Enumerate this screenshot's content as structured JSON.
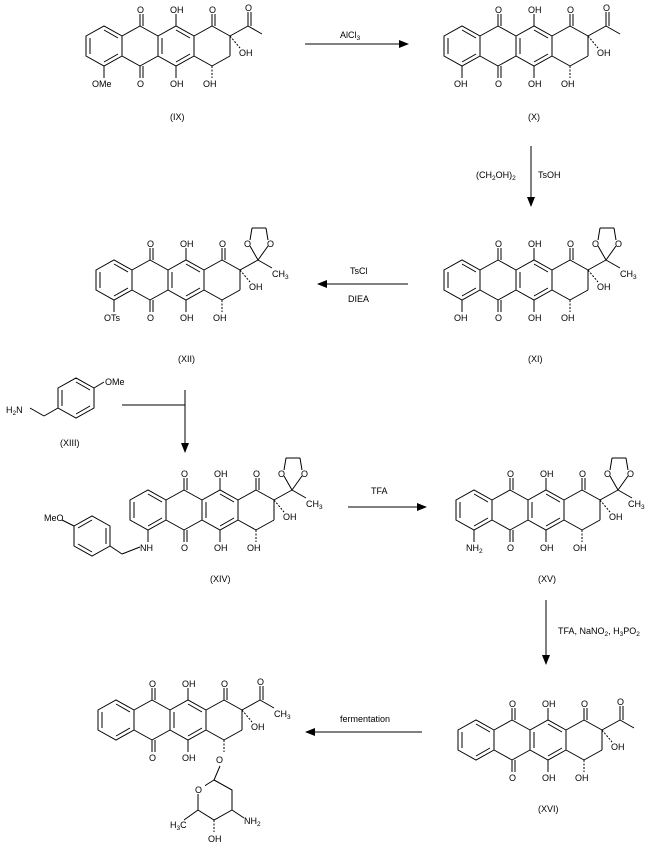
{
  "compounds": [
    {
      "id": "(IX)"
    },
    {
      "id": "(X)"
    },
    {
      "id": "(XI)"
    },
    {
      "id": "(XII)"
    },
    {
      "id": "(XIII)"
    },
    {
      "id": "(XIV)"
    },
    {
      "id": "(XV)"
    },
    {
      "id": "(XVI)"
    }
  ],
  "reagents": {
    "r1": {
      "main": "AlCl",
      "sub": "3"
    },
    "r2a": {
      "t1": "(CH",
      "s1": "2",
      "t2": "OH)",
      "s2": "2"
    },
    "r2b": "TsOH",
    "r3a": "TsCl",
    "r3b": "DIEA",
    "r4": "TFA",
    "r5": {
      "t1": "TFA, NaNO",
      "s1": "2",
      "t2": ", H",
      "s2": "3",
      "t3": "PO",
      "s3": "2"
    },
    "r6": "fermentation"
  },
  "atoms": {
    "O": "O",
    "OH": "OH",
    "OMe": "OMe",
    "OTs": "OTs",
    "MeO": "MeO",
    "NH": "NH",
    "N": "NH",
    "H2N": {
      "t": "H",
      "s": "2",
      "t2": "N"
    },
    "NH2": {
      "t": "NH",
      "s": "2"
    },
    "CH3": {
      "t": "CH",
      "s": "3"
    },
    "H3C": {
      "t": "H",
      "s": "3",
      "t2": "C"
    }
  }
}
